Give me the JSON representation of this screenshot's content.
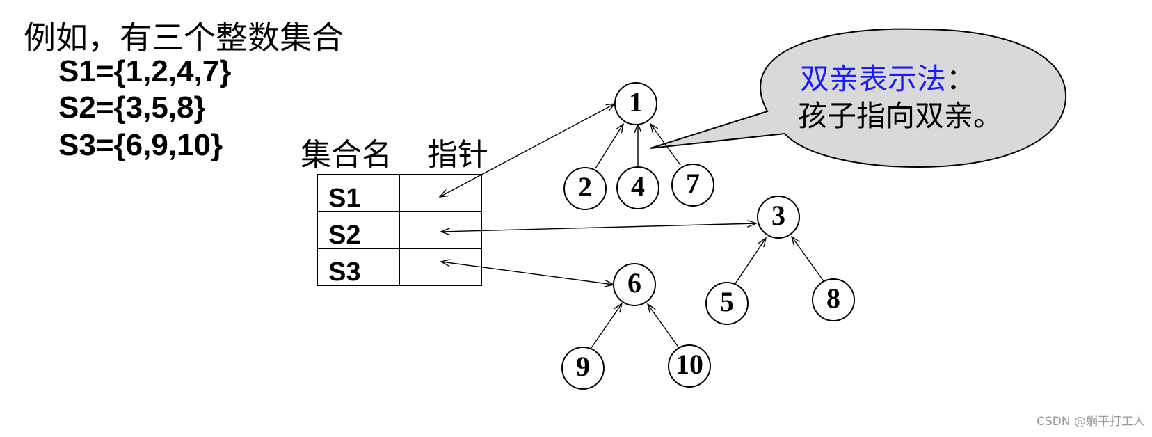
{
  "intro": "例如，有三个整数集合",
  "sets": [
    "S1={1,2,4,7}",
    "S2={3,5,8}",
    "S3={6,9,10}"
  ],
  "table": {
    "header_name": "集合名",
    "header_pointer": "指针",
    "rows": [
      "S1",
      "S2",
      "S3"
    ]
  },
  "trees": {
    "nodes": [
      "1",
      "2",
      "4",
      "7",
      "3",
      "5",
      "8",
      "6",
      "9",
      "10"
    ]
  },
  "callout": {
    "title": "双亲表示法",
    "colon": "：",
    "body": "孩子指向双亲。"
  },
  "watermark": "CSDN @躺平打工人",
  "colors": {
    "callout_title": "#1a1aff",
    "callout_fill": "#d9d9d9"
  }
}
